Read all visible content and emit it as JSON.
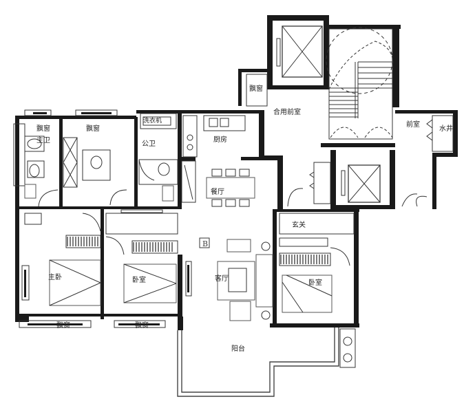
{
  "rooms": {
    "bay_window_1": "飘窗",
    "bay_window_2": "飘窗",
    "bay_window_3": "飘窗",
    "bay_window_4": "飘窗",
    "bay_window_5": "飘窗",
    "master_bath": "主卫",
    "public_bath": "公卫",
    "laundry": "洗衣机",
    "kitchen": "厨房",
    "dining": "餐厅",
    "entry": "玄关",
    "living": "客厅",
    "master_bedroom": "主卧",
    "bedroom_left": "卧室",
    "bedroom_right": "卧室",
    "balcony": "阳台",
    "shared_lobby": "合用前室",
    "front_room": "前室",
    "water_shaft": "水井"
  },
  "unit_marker": "B"
}
